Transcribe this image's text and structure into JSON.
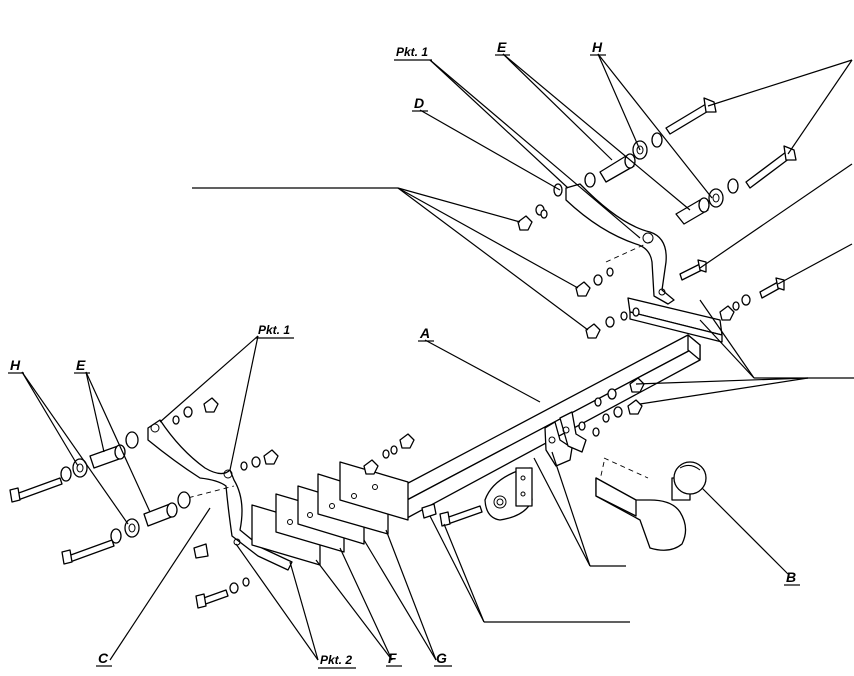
{
  "labels": {
    "pkt1_top": "Pkt. 1",
    "e_top": "E",
    "h_top": "H",
    "d": "D",
    "a": "A",
    "pkt1_left": "Pkt. 1",
    "h_left": "H",
    "e_left": "E",
    "b": "B",
    "c": "C",
    "pkt2": "Pkt. 2",
    "f": "F",
    "g": "G"
  },
  "colors": {
    "line": "#000000",
    "background": "#ffffff",
    "fill": "#ffffff"
  }
}
